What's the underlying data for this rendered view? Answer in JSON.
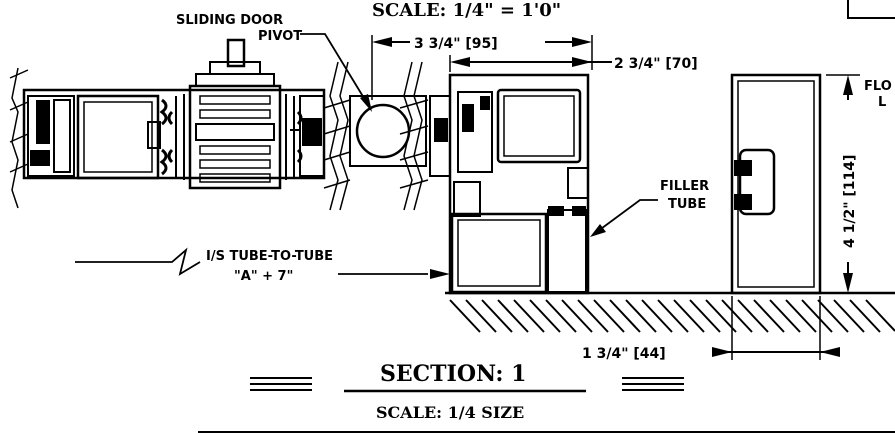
{
  "header": {
    "scale": "SCALE: 1/4\" = 1'0\""
  },
  "labels": {
    "pivot_line1": "SLIDING DOOR",
    "pivot_line2": "PIVOT",
    "filler_line1": "FILLER",
    "filler_line2": "TUBE",
    "tube_line1": "I/S TUBE-TO-TUBE",
    "tube_line2": "\"A\" + 7\"",
    "floor_line1": "FLO",
    "floor_line2": "L"
  },
  "dimensions": {
    "pivot_width": "3 3/4\" [95]",
    "tube_width": "2 3/4\" [70]",
    "height": "4 1/2\" [114]",
    "right_width": "1 3/4\" [44]"
  },
  "section": {
    "title": "SECTION:  1",
    "scale": "SCALE:  1/4 SIZE"
  }
}
